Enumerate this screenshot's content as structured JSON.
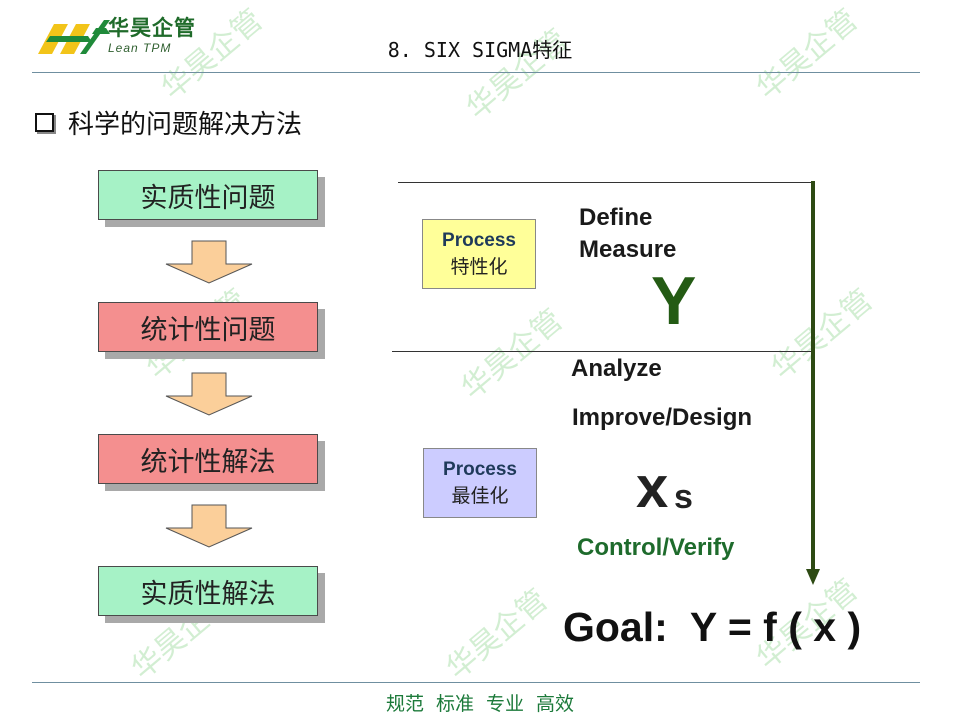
{
  "header": {
    "logo_title": "华昊企管",
    "logo_subtitle": "Lean TPM",
    "slide_title": "8. SIX SIGMA特征"
  },
  "bullet": {
    "text": "科学的问题解决方法"
  },
  "flow": {
    "steps": [
      "实质性问题",
      "统计性问题",
      "统计性解法",
      "实质性解法"
    ]
  },
  "process_boxes": [
    {
      "label": "Process",
      "sub": "特性化"
    },
    {
      "label": "Process",
      "sub": "最佳化"
    }
  ],
  "phases": {
    "define": "Define",
    "measure": "Measure",
    "analyze": "Analyze",
    "improve": "Improve/Design",
    "control": "Control/Verify"
  },
  "symbols": {
    "y": "Y",
    "x": "x",
    "x_sub": "s"
  },
  "goal": "Goal:  Y = f ( x )",
  "footer": "规范 标准 专业 高效",
  "watermark": "华昊企管",
  "colors": {
    "green_box": "#a6f2c6",
    "pink_box": "#f48f8f",
    "yellow_box": "#ffff99",
    "lavender_box": "#ccccff",
    "arrow_fill": "#fbcf9a",
    "dark_green": "#2d4a13"
  },
  "icons": {
    "bullet": "hollow-square-icon",
    "flow_arrow": "down-arrow-icon"
  }
}
